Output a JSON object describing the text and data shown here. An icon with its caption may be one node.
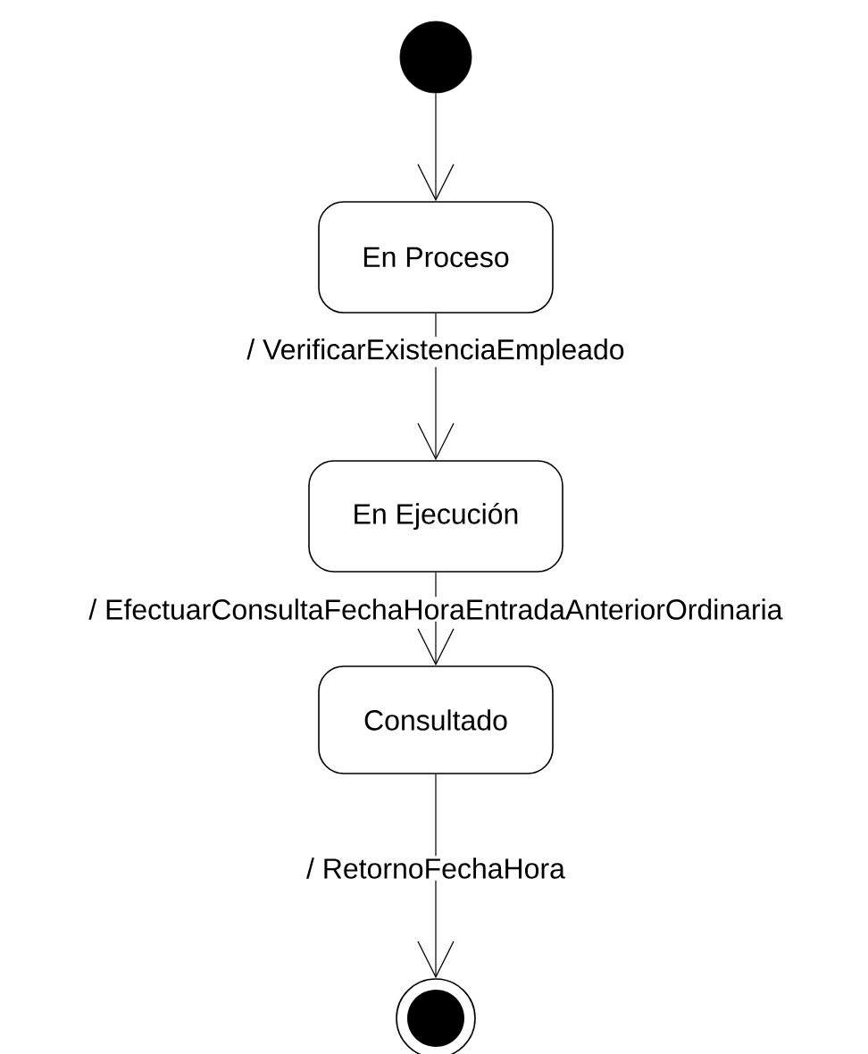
{
  "diagram": {
    "nodes": [
      {
        "text": [],
        "shape": "circle"
      },
      {
        "text": [
          "En Proceso"
        ]
      },
      {
        "text": [
          "En Ejecución"
        ]
      },
      {
        "text": [
          "Consultado"
        ]
      },
      {
        "text": [],
        "shape": "circle"
      }
    ],
    "edges": [
      {
        "from": 0,
        "to": 1,
        "arrow": "to"
      },
      {
        "from": 1,
        "to": 2,
        "arrow": "to",
        "label": "/ VerificarExistenciaEmpleado"
      },
      {
        "from": 2,
        "to": 3,
        "arrow": "to",
        "label": "/ EfectuarConsultaFechaHoraEntradaAnteriorOrdinaria"
      },
      {
        "from": 3,
        "to": 4,
        "arrow": "to",
        "label": "/ RetornoFechaHora"
      }
    ]
  }
}
